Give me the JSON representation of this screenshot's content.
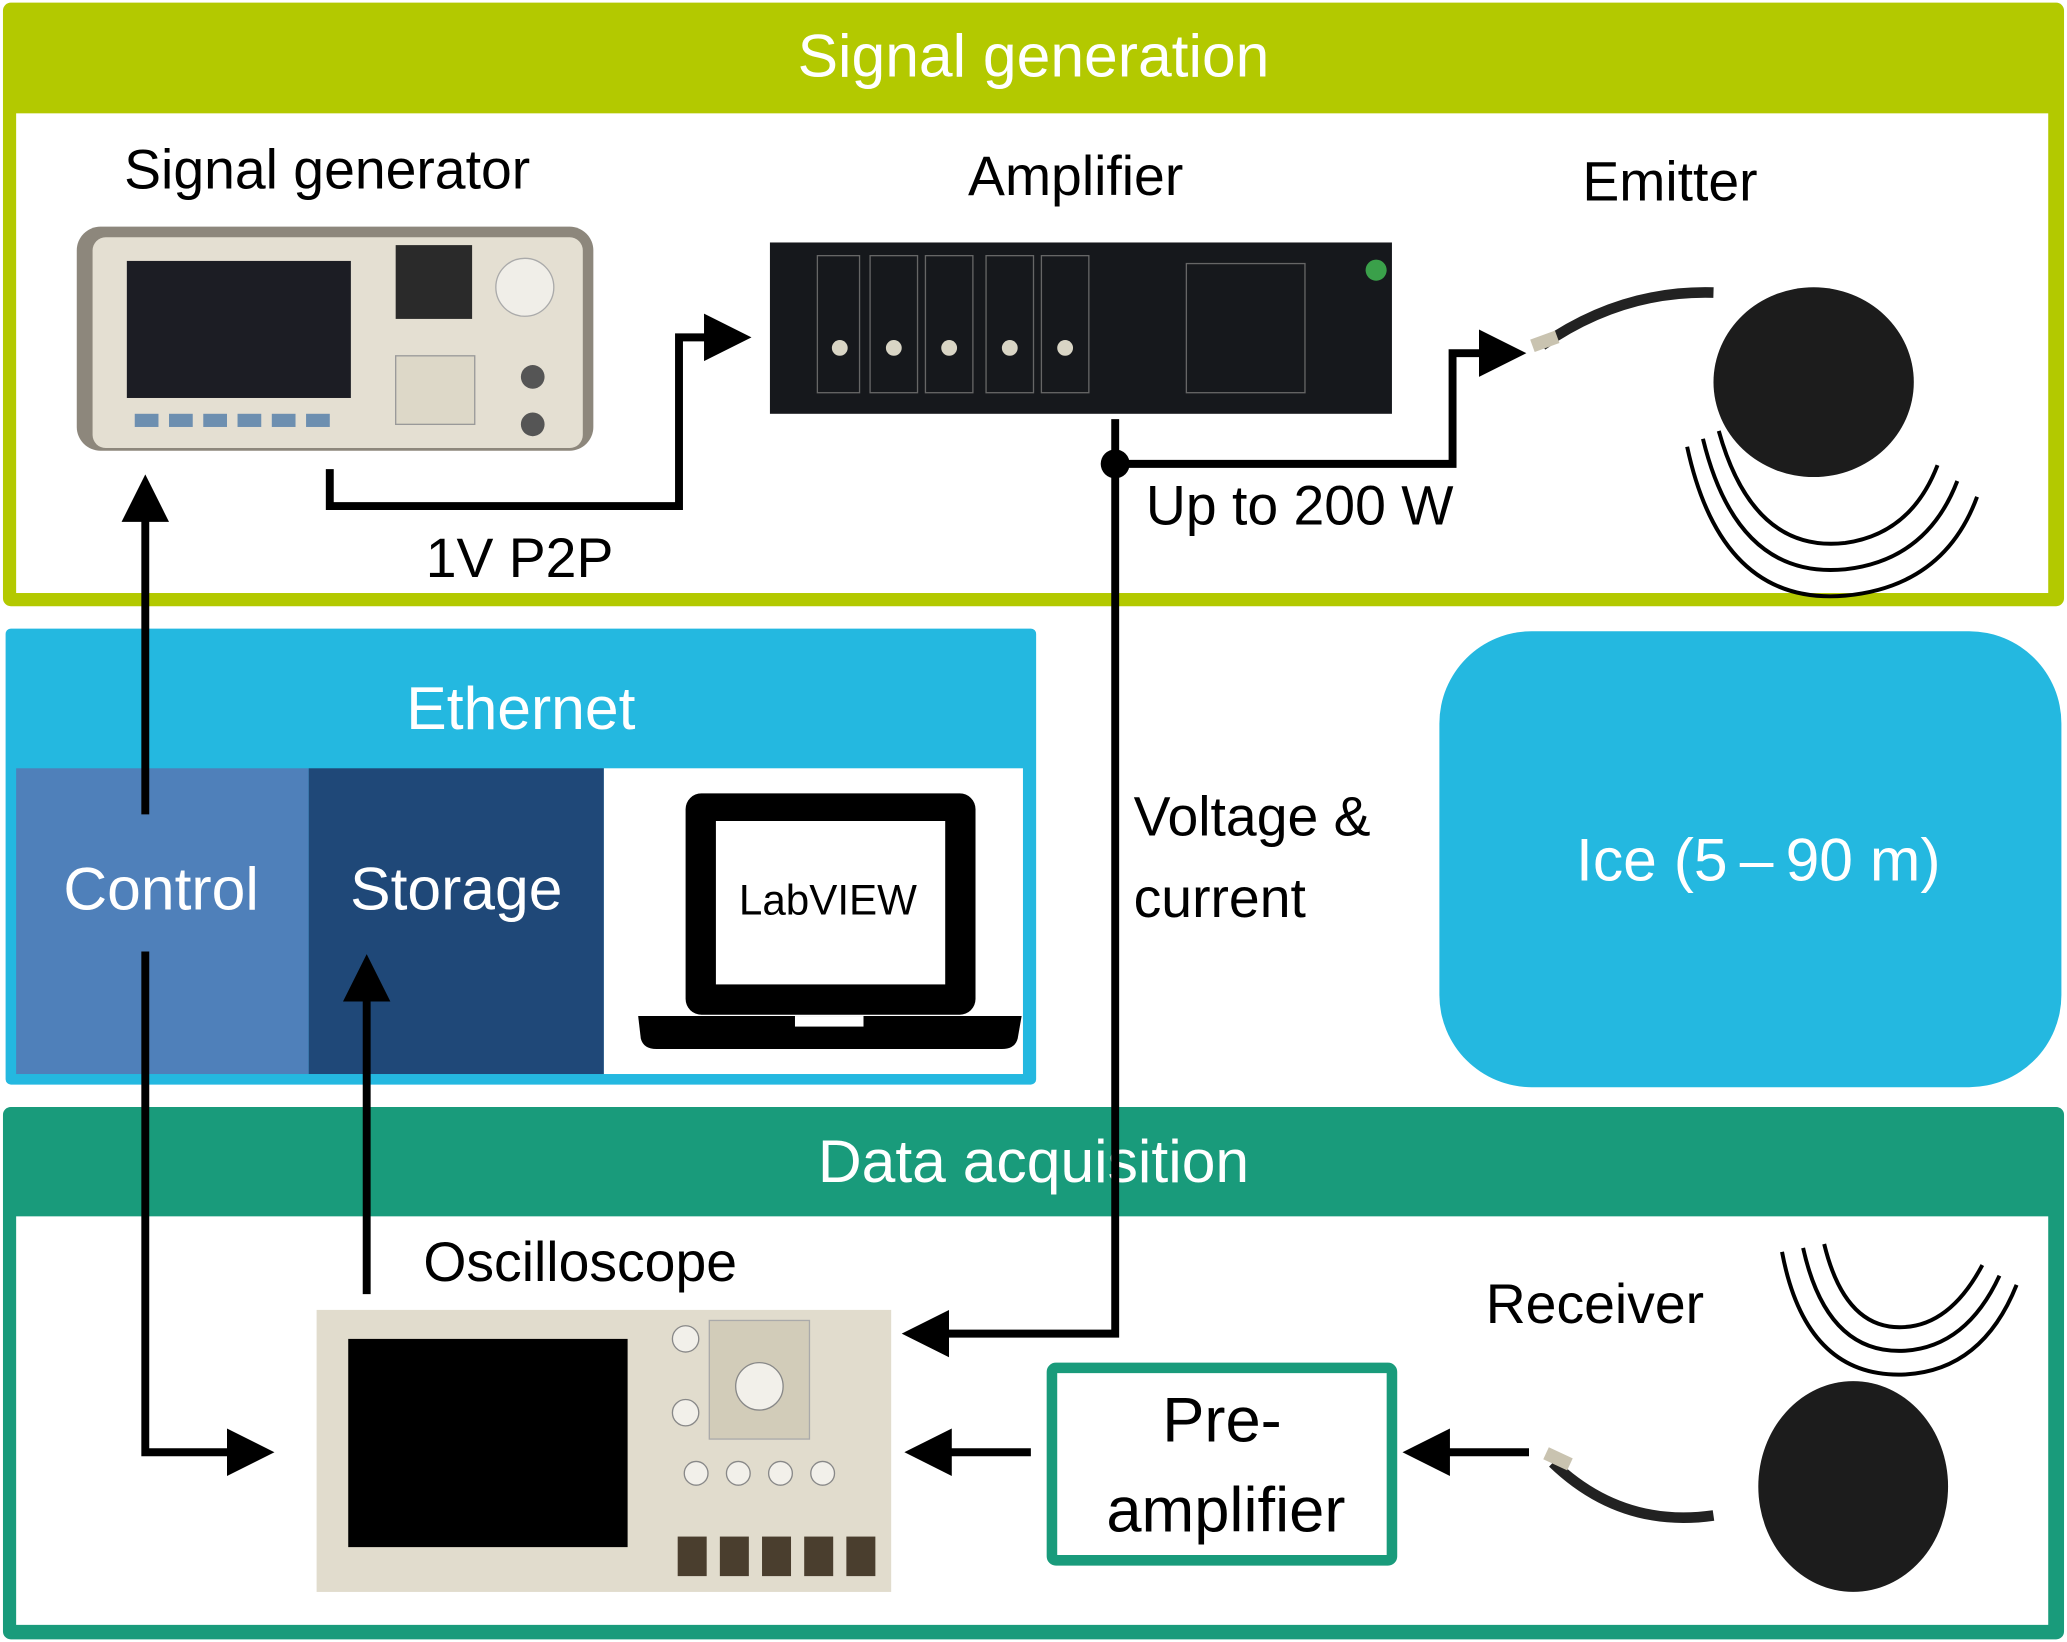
{
  "colors": {
    "signal_generation": "#b3c900",
    "ethernet": "#24b8e0",
    "control": "#4f80ba",
    "storage": "#1f4878",
    "data_acquisition": "#199b7b",
    "ice": "#24b8e0"
  },
  "sections": {
    "signal_generation": {
      "title": "Signal generation",
      "devices": {
        "signal_generator": "Signal generator",
        "amplifier": "Amplifier",
        "emitter": "Emitter"
      },
      "links": {
        "generator_to_amplifier": "1V P2P",
        "amplifier_to_emitter": "Up to 200 W"
      }
    },
    "ethernet": {
      "title": "Ethernet",
      "control": "Control",
      "storage": "Storage",
      "software": "LabVIEW"
    },
    "medium": {
      "label": "Ice (5 – 90 m)"
    },
    "monitor_link": {
      "line1": "Voltage &",
      "line2": "current"
    },
    "data_acquisition": {
      "title": "Data acquisition",
      "devices": {
        "oscilloscope": "Oscilloscope",
        "receiver": "Receiver",
        "preamp_line1": "Pre-",
        "preamp_line2": "amplifier"
      }
    }
  }
}
